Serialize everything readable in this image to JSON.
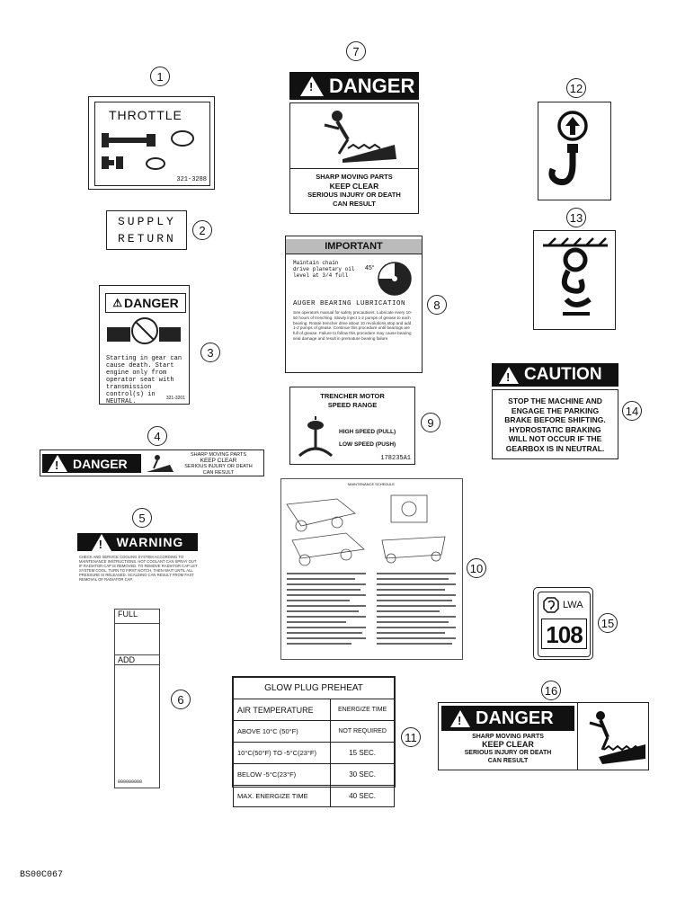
{
  "callouts": [
    "1",
    "2",
    "3",
    "4",
    "5",
    "6",
    "7",
    "8",
    "9",
    "10",
    "11",
    "12",
    "13",
    "14",
    "15",
    "16"
  ],
  "decal1": {
    "title": "THROTTLE",
    "part": "321-3288"
  },
  "decal2": {
    "line1": "SUPPLY",
    "line2": "RETURN"
  },
  "decal3": {
    "header": "DANGER",
    "text": "Starting in gear can cause death. Start engine only from operator seat with transmission control(s) in NEUTRAL.",
    "part": "321-3201"
  },
  "decal4": {
    "header": "DANGER",
    "l1": "SHARP MOVING PARTS",
    "l2": "KEEP CLEAR",
    "l3": "SERIOUS INJURY OR DEATH",
    "l4": "CAN RESULT"
  },
  "decal5": {
    "header": "WARNING",
    "text": "CHECK AND SERVICE COOLING SYSTEM ACCORDING TO MAINTENANCE INSTRUCTIONS. HOT COOLANT CAN SPRAY OUT IF RADIATOR CAP IS REMOVED. TO REMOVE RADIATOR CAP LET SYSTEM COOL, TURN TO FIRST NOTCH, THEN WAIT UNTIL ALL PRESSURE IS RELEASED. SCALDING CAN RESULT FROM FAST REMOVAL OF RADIATOR CAP."
  },
  "decal6": {
    "full": "FULL",
    "add": "ADD",
    "part": "000000000"
  },
  "decal7": {
    "header": "DANGER",
    "l1": "SHARP MOVING PARTS",
    "l2": "KEEP CLEAR",
    "l3": "SERIOUS INJURY OR DEATH",
    "l4": "CAN RESULT"
  },
  "decal8": {
    "header": "IMPORTANT",
    "chain": "Maintain chain drive planetary oil level at 3/4 full",
    "angle": "45°",
    "sub": "AUGER BEARING LUBRICATION",
    "text": "See operators manual for safety precautions. Lubricate every 10-50 hours of trenching. Slowly inject 1-2 pumps of grease to each bearing. Rotate trencher drive about 10 revolutions,stop and add 1-2 pumps of grease. Continue this procedure until bearings are full of grease. Failure to follow this procedure may cause bearing seal damage and result in premature bearing failure."
  },
  "decal9": {
    "title1": "TRENCHER MOTOR",
    "title2": "SPEED RANGE",
    "high": "HIGH SPEED (PULL)",
    "low": "LOW SPEED (PUSH)",
    "part": "178235A1"
  },
  "decal10": {
    "title": "MAINTENANCE SCHEDULE"
  },
  "decal11": {
    "title": "GLOW PLUG PREHEAT",
    "h1": "AIR TEMPERATURE",
    "h2": "ENERGIZE TIME",
    "rows": [
      {
        "temp": "ABOVE 10°C (50°F)",
        "time": "NOT REQUIRED"
      },
      {
        "temp": "10°C(50°F) TO -5°C(23°F)",
        "time": "15 SEC."
      },
      {
        "temp": "BELOW -5°C(23°F)",
        "time": "30 SEC."
      },
      {
        "temp": "MAX. ENERGIZE TIME",
        "time": "40 SEC."
      }
    ]
  },
  "decal14": {
    "header": "CAUTION",
    "l1": "STOP THE MACHINE AND",
    "l2": "ENGAGE THE PARKING",
    "l3": "BRAKE BEFORE SHIFTING.",
    "l4": "HYDROSTATIC BRAKING",
    "l5": "WILL NOT OCCUR IF THE",
    "l6": "GEARBOX IS IN NEUTRAL."
  },
  "decal15": {
    "label": "LWA",
    "value": "108"
  },
  "decal16": {
    "header": "DANGER",
    "l1": "SHARP MOVING PARTS",
    "l2": "KEEP CLEAR",
    "l3": "SERIOUS INJURY OR DEATH",
    "l4": "CAN RESULT"
  },
  "figure_code": "BS00C067"
}
